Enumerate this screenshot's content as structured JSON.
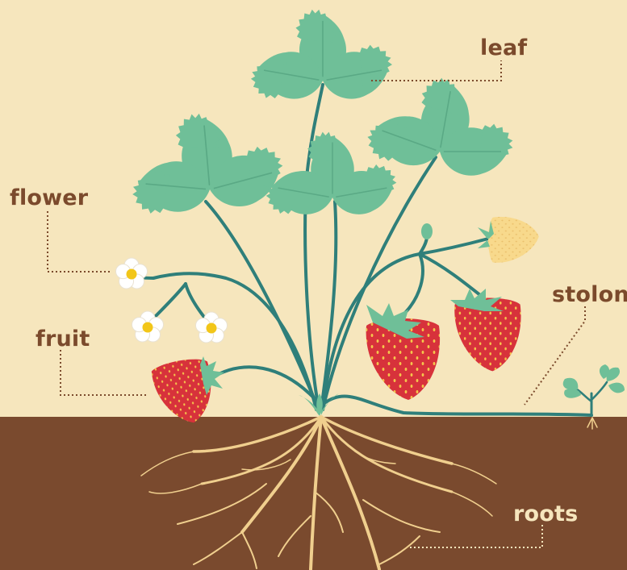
{
  "labels": {
    "leaf": "leaf",
    "flower": "flower",
    "fruit": "fruit",
    "stolon": "stolon",
    "roots": "roots"
  },
  "colors": {
    "background": "#f6e6bd",
    "soil": "#7a4a2e",
    "root": "#f0cf8e",
    "stem": "#2f7f7a",
    "leaf": "#6fbf98",
    "berry": "#d7323b",
    "unripe_berry": "#f8d98c",
    "petal": "#ffffff",
    "flower_center": "#f2c619",
    "label_text": "#7b4a2c",
    "leader_line": "#7b4a2c"
  },
  "icons": [
    "leaf-icon",
    "flower-icon",
    "strawberry-icon",
    "root-icon"
  ]
}
